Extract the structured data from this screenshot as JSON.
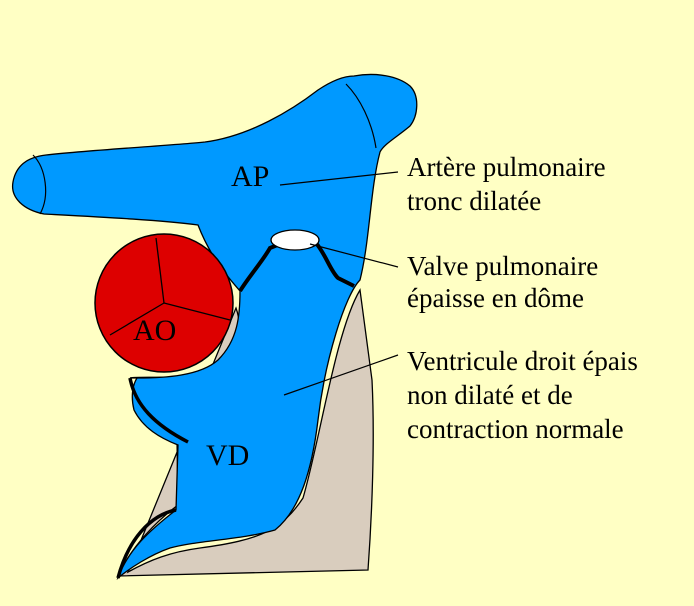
{
  "colors": {
    "background": "#FFFFC4",
    "vessel_blue": "#0099FF",
    "aorta_red": "#DD0000",
    "wall_gray": "#D9CDBE",
    "valve_white": "#FFFFFF",
    "outline": "#000000"
  },
  "structures": {
    "ap": "AP",
    "ao": "AO",
    "vd": "VD"
  },
  "annotations": {
    "artery": {
      "line1": "Artère pulmonaire",
      "line2": "tronc dilatée"
    },
    "valve": {
      "line1": "Valve pulmonaire",
      "line2": "épaisse en dôme"
    },
    "ventricle": {
      "line1": "Ventricule droit épais",
      "line2": "non dilaté et de",
      "line3": "contraction normale"
    }
  }
}
